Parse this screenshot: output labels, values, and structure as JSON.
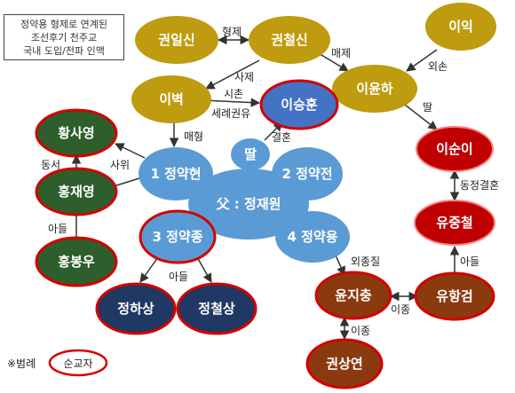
{
  "title": {
    "lines": [
      "정약용 형제로 연계된",
      "조선후기 천주교",
      "국내 도입/전파 인맥"
    ]
  },
  "colors": {
    "olive": "#bf9b10",
    "blue": "#5b9bd5",
    "brown": "#8b3a0f",
    "navy": "#1f3864",
    "green": "#2d5e2b",
    "red_fill": "#c00000",
    "martyr_ring": "#d40000"
  },
  "nodes": {
    "gwonilsin": "권일신",
    "gwoncheolsin": "권철신",
    "iik": "이익",
    "ibyeok": "이벽",
    "iseunghun": "이승훈",
    "iyunha": "이윤하",
    "hwangsayeong": "황사영",
    "hongjaeyeong": "홍재영",
    "hongbongu": "홍봉우",
    "isuni": "이순이",
    "yujungcheol": "유중철",
    "jeongyakhyeon": "1 정약현",
    "jeongyakjeon": "2 정약전",
    "jeongyakjong": "3 정약종",
    "jeongyakyong": "4 정약용",
    "father": "父 : 정재원",
    "daughter": "딸",
    "jeonghasang": "정하상",
    "jeongcheolsang": "정철상",
    "yunjichung": "윤지충",
    "yuhanggeom": "유항검",
    "gwonsangyeon": "권상연"
  },
  "edges": {
    "hyeongje": "형제",
    "maeje": "매제",
    "oeson": "외손",
    "saje": "사제",
    "sichon": "시촌",
    "seryegwonyu": "세례권유",
    "ttal_yun": "딸",
    "maehyeong": "매형",
    "gyeolhon": "결혼",
    "dongseo": "동서",
    "sawi": "사위",
    "adeul_hong": "아들",
    "dongjeonggyeolhon": "동정결혼",
    "adeul_jeong": "아들",
    "adeul_yu": "아들",
    "oejongjil": "외종질",
    "ijong_yu": "이종",
    "ijong_gwon": "이종"
  },
  "legend": {
    "mark": "※범례",
    "martyr": "순교자"
  }
}
